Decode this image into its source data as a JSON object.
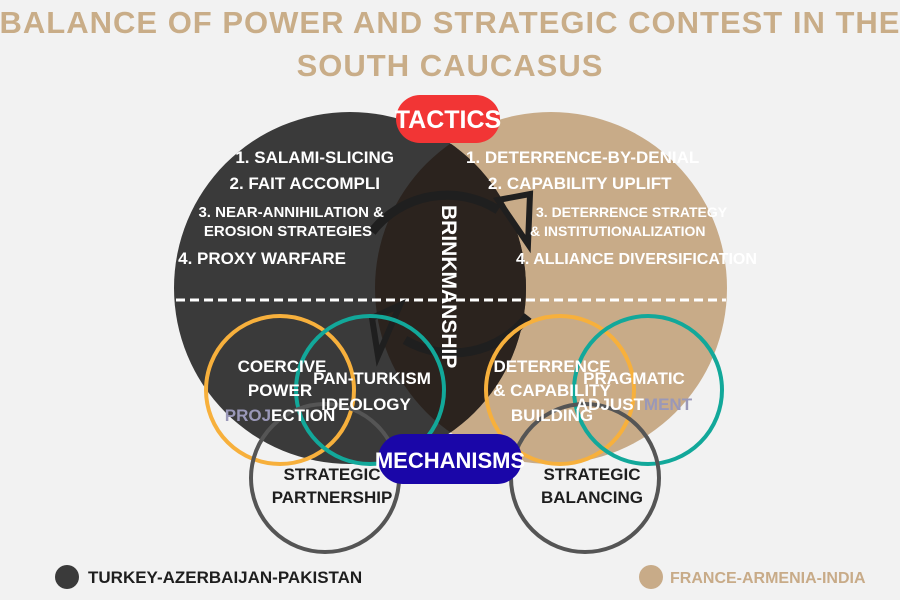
{
  "title": {
    "line1": "BALANCE OF POWER AND STRATEGIC CONTEST IN THE",
    "line2": "SOUTH CAUCASUS"
  },
  "badges": {
    "tactics": "TACTICS",
    "mechanisms": "MECHANISMS"
  },
  "center_label": "BRINKMANSHIP",
  "left_tactics": [
    "1. SALAMI-SLICING",
    "2. FAIT ACCOMPLI",
    "3. NEAR-ANNIHILATION &",
    "EROSION STRATEGIES",
    "4. PROXY WARFARE"
  ],
  "right_tactics": [
    "1. DETERRENCE-BY-DENIAL",
    "2. CAPABILITY UPLIFT",
    "3. DETERRENCE STRATEGY",
    "& INSTITUTIONALIZATION",
    "4. ALLIANCE DIVERSIFICATION"
  ],
  "left_mechanisms": {
    "coercive": [
      "COERCIVE",
      "POWER",
      "PROJ",
      "ECTION"
    ],
    "panturkism": [
      "PAN-TURKISM",
      "IDEOLOGY"
    ],
    "partnership": [
      "STRATEGIC",
      "PARTNERSHIP"
    ]
  },
  "right_mechanisms": {
    "deterrence": [
      "DETERRENCE",
      "& CAPABILITY",
      "BUILDING"
    ],
    "pragmatic": [
      "PRAGMATIC",
      "ADJUST",
      "MENT"
    ],
    "balancing": [
      "STRATEGIC",
      "BALANCING"
    ]
  },
  "legend": [
    {
      "label": "TURKEY-AZERBAIJAN-PAKISTAN",
      "color": "#3a3a3a"
    },
    {
      "label": "FRANCE-ARMENIA-INDIA",
      "color": "#c8ab88"
    }
  ],
  "colors": {
    "dark": "#3a3a3a",
    "tan": "#c8ab88",
    "lens": "#2b231e",
    "tactics": "#f23535",
    "mechanisms": "#1a06a8",
    "orange": "#f7b03c",
    "teal": "#12a89a",
    "gray": "#555555",
    "title": "#c9ad88",
    "muted": "#9a98b8"
  }
}
